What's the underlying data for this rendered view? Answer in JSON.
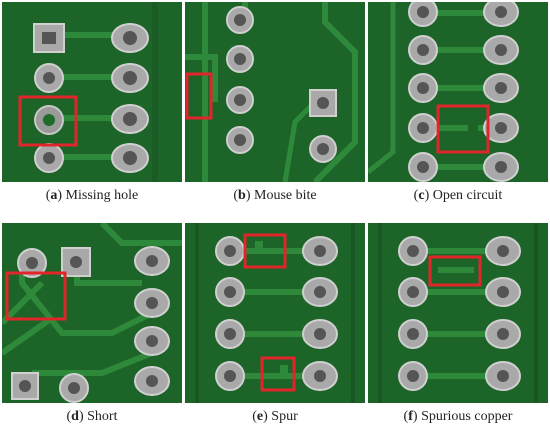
{
  "panels": [
    {
      "letter": "a",
      "label": "Missing hole"
    },
    {
      "letter": "b",
      "label": "Mouse bite"
    },
    {
      "letter": "c",
      "label": "Open circuit"
    },
    {
      "letter": "d",
      "label": "Short"
    },
    {
      "letter": "e",
      "label": "Spur"
    },
    {
      "letter": "f",
      "label": "Spurious copper"
    }
  ],
  "colors": {
    "board": "#1e6b2a",
    "trace": "#2f8a3a",
    "pad": "#b9b9b9",
    "highlight": "#e0262b"
  }
}
